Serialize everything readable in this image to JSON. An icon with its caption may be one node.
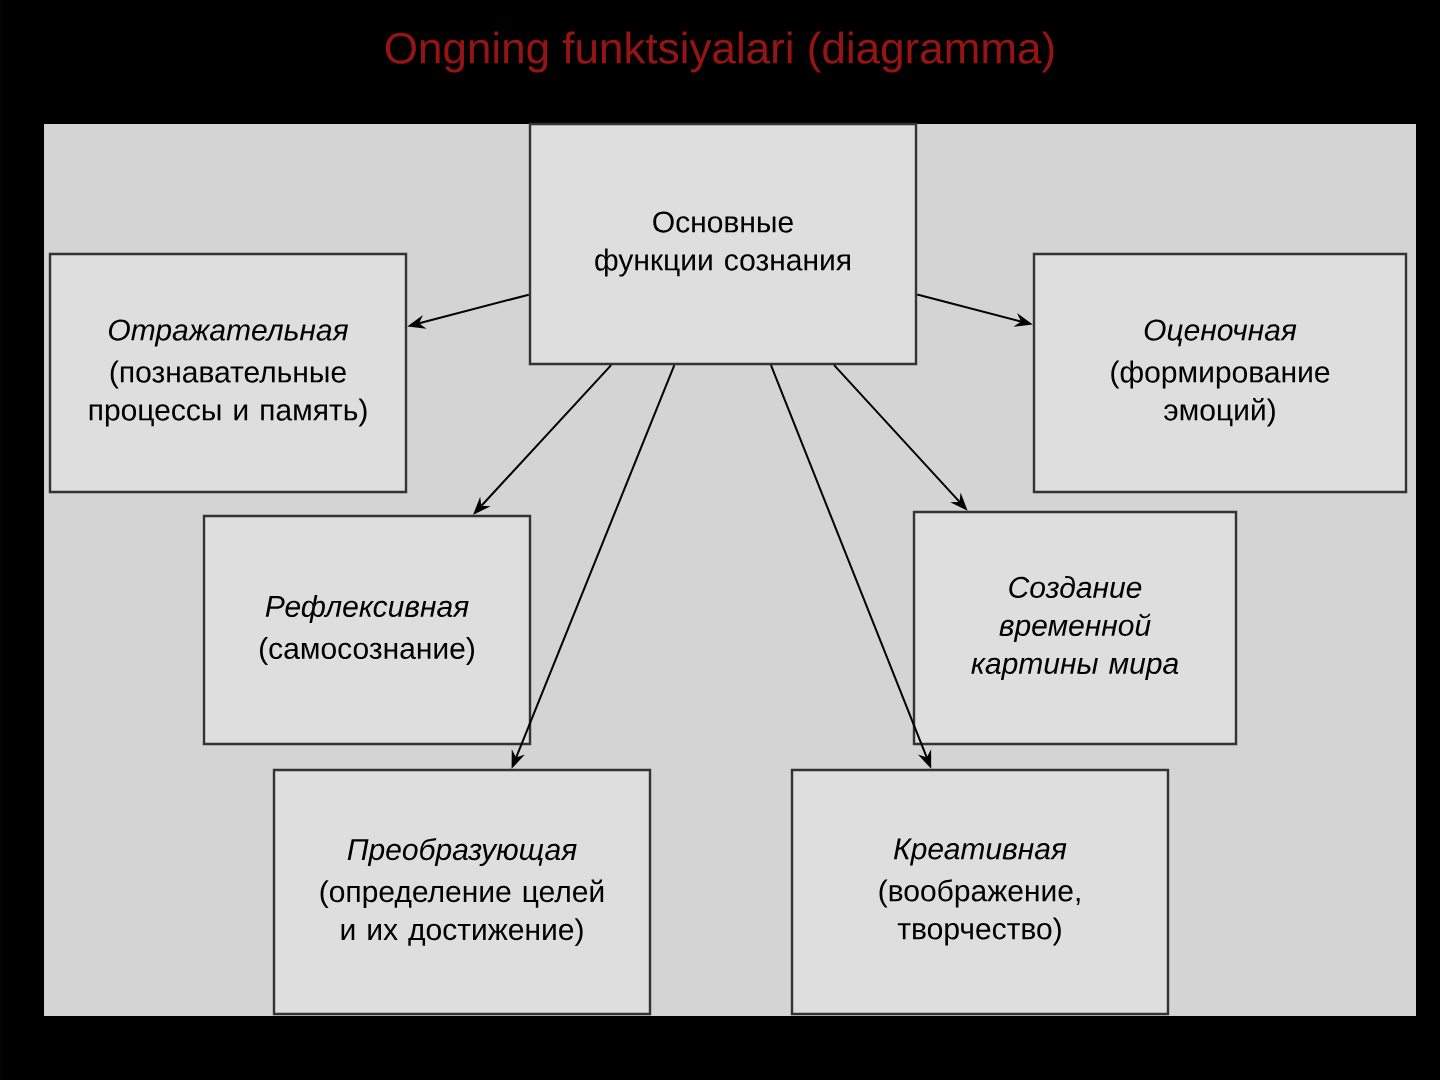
{
  "diagram": {
    "title": "Ongning funktsiyalari (diagramma)",
    "nodes": [
      {
        "text": [
          "Основные функции сознания"
        ]
      },
      {
        "text": [
          "Отражательная",
          "(познавательные процессы и память)"
        ]
      },
      {
        "text": [
          "Оценочная",
          "(формирование эмоций)"
        ]
      },
      {
        "text": [
          "Рефлексивная",
          "(самосознание)"
        ]
      },
      {
        "text": [
          "Создание временной картины мира"
        ]
      },
      {
        "text": [
          "Преобразующая",
          "(определение целей и их достижение)"
        ]
      },
      {
        "text": [
          "Креативная",
          "(воображение, творчество)"
        ]
      }
    ],
    "edges": [
      {
        "from": 0,
        "to": 1,
        "arrow": "to"
      },
      {
        "from": 0,
        "to": 2,
        "arrow": "to"
      },
      {
        "from": 0,
        "to": 3,
        "arrow": "to"
      },
      {
        "from": 0,
        "to": 4,
        "arrow": "to"
      },
      {
        "from": 0,
        "to": 5,
        "arrow": "to"
      },
      {
        "from": 0,
        "to": 6,
        "arrow": "to"
      }
    ]
  }
}
